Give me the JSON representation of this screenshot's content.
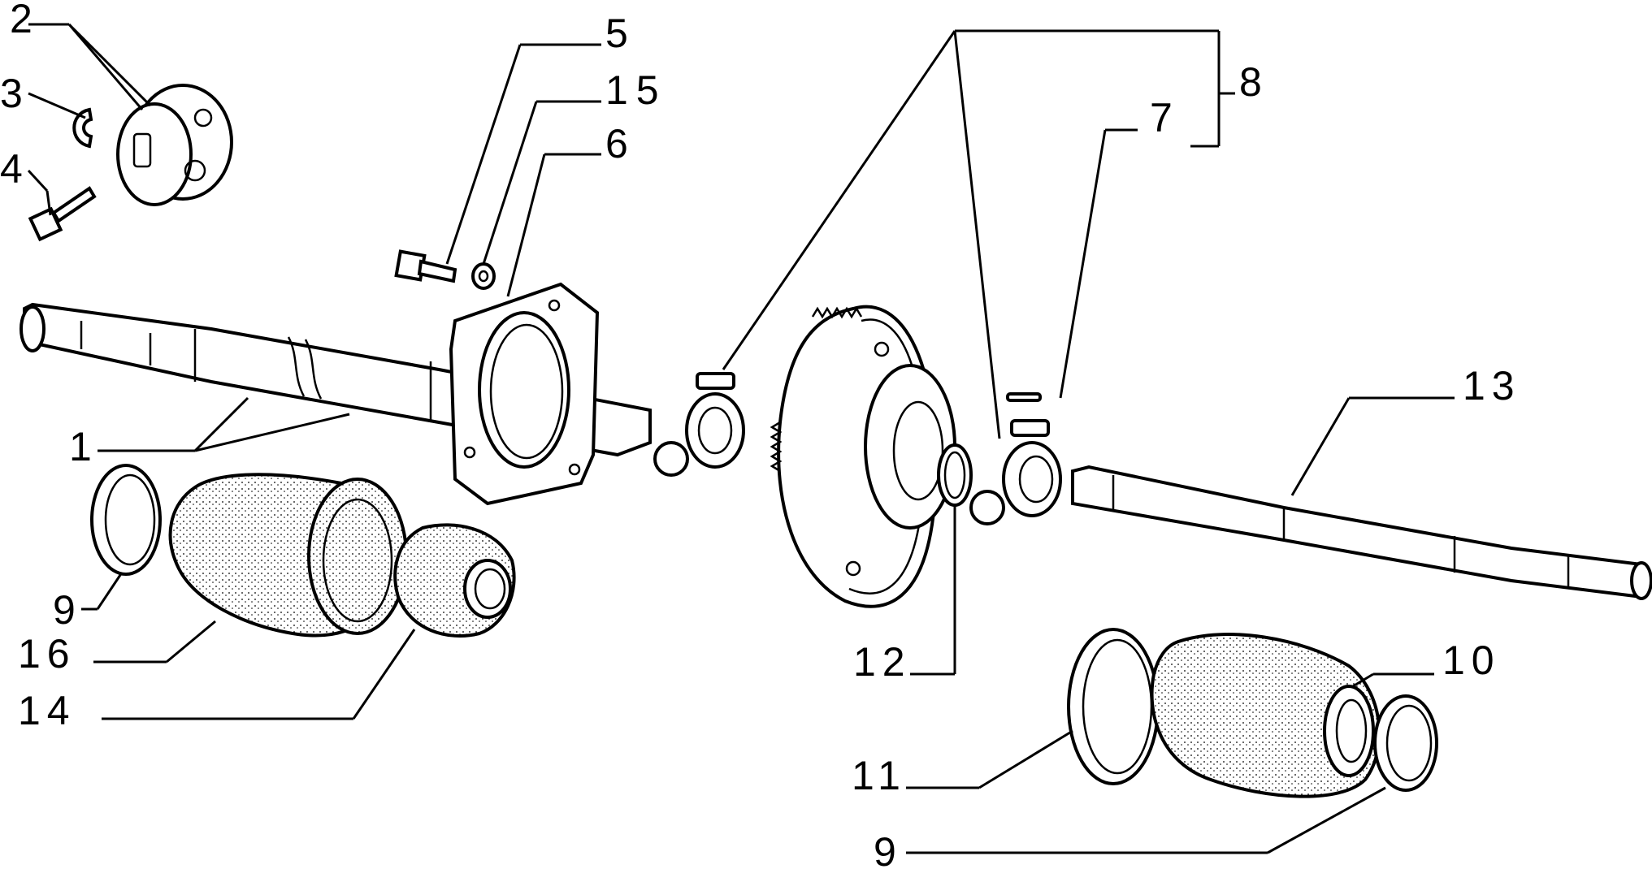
{
  "callouts": [
    "1",
    "2",
    "3",
    "4",
    "5",
    "15",
    "6",
    "8",
    "7",
    "13",
    "9",
    "16",
    "14",
    "12",
    "10",
    "11",
    "9"
  ]
}
